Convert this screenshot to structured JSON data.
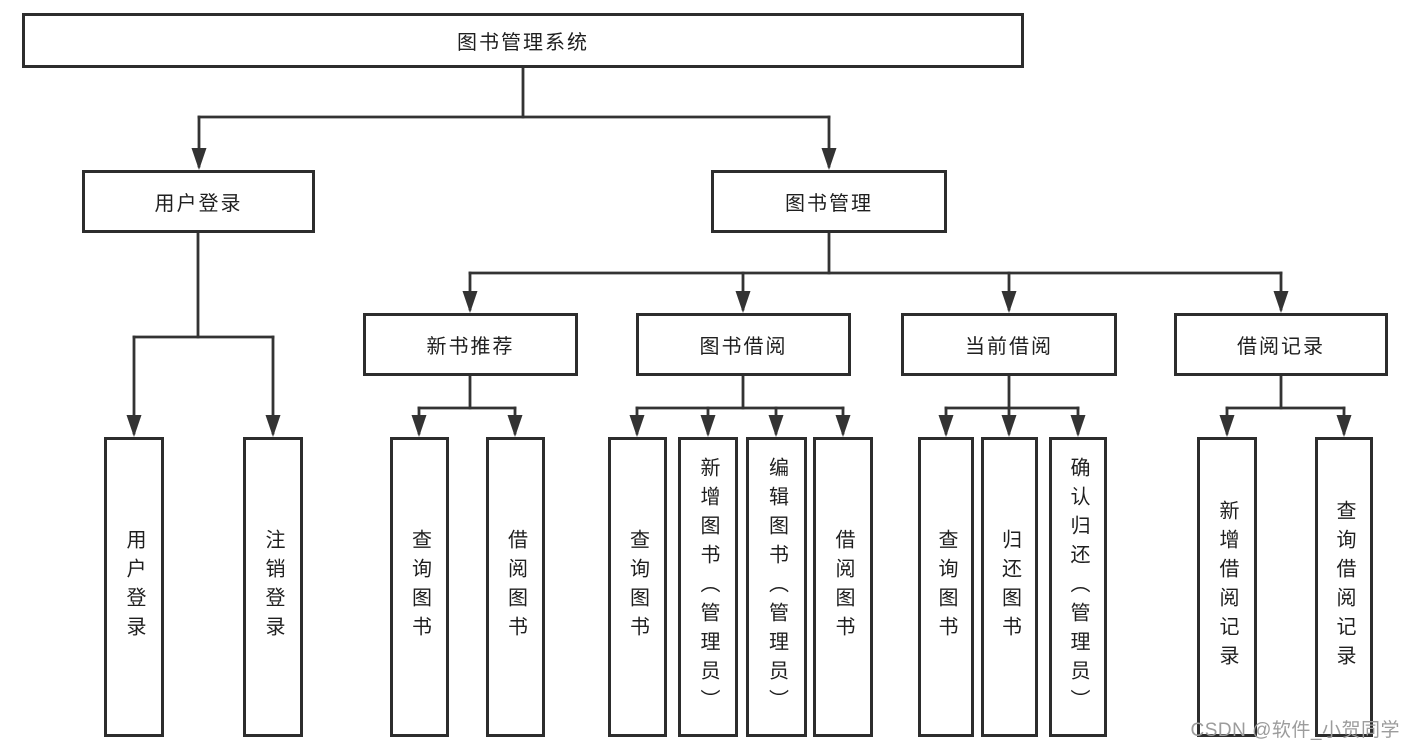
{
  "diagram": {
    "root": {
      "label": "图书管理系统"
    },
    "user_login": {
      "label": "用户登录",
      "children": [
        {
          "label": "用户登录"
        },
        {
          "label": "注销登录"
        }
      ]
    },
    "book_mgmt": {
      "label": "图书管理",
      "sections": {
        "new_books": {
          "label": "新书推荐",
          "children": [
            {
              "label": "查询图书"
            },
            {
              "label": "借阅图书"
            }
          ]
        },
        "book_borrow": {
          "label": "图书借阅",
          "children": [
            {
              "label": "查询图书"
            },
            {
              "label": "新增图书（管理员）"
            },
            {
              "label": "编辑图书（管理员）"
            },
            {
              "label": "借阅图书"
            }
          ]
        },
        "current_borrow": {
          "label": "当前借阅",
          "children": [
            {
              "label": "查询图书"
            },
            {
              "label": "归还图书"
            },
            {
              "label": "确认归还（管理员）"
            }
          ]
        },
        "borrow_records": {
          "label": "借阅记录",
          "children": [
            {
              "label": "新增借阅记录"
            },
            {
              "label": "查询借阅记录"
            }
          ]
        }
      }
    }
  },
  "watermark": {
    "text": "CSDN @软件_小贺同学"
  },
  "colors": {
    "line": "#333333",
    "border": "#2d2d2d",
    "text": "#1f1f1f",
    "watermark": "#9c9c9c",
    "background": "#ffffff"
  }
}
